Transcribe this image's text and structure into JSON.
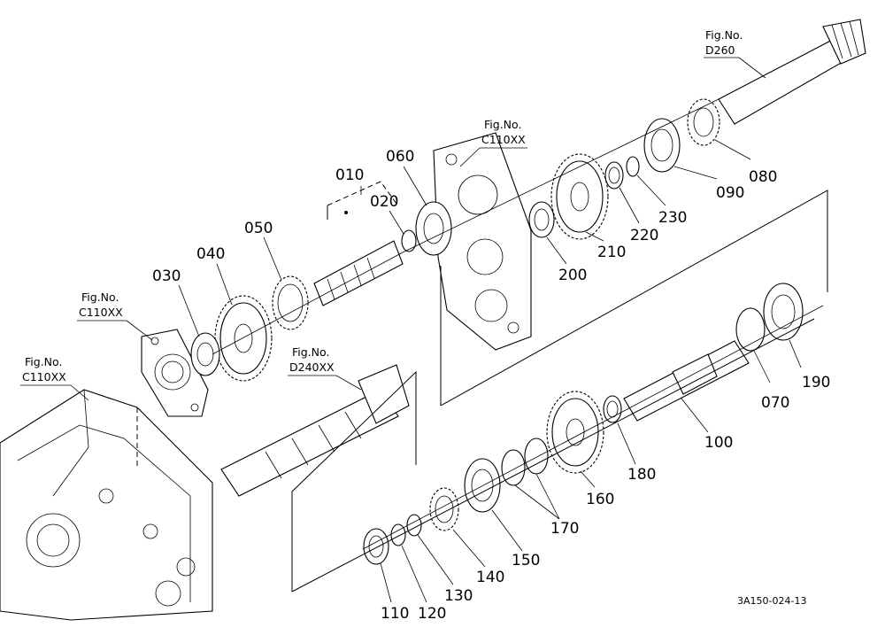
{
  "figure_refs": {
    "d260": [
      "Fig.No.",
      "D260"
    ],
    "c110_top": [
      "Fig.No.",
      "C110XX"
    ],
    "c110_mid": [
      "Fig.No.",
      "C110XX"
    ],
    "c110_left": [
      "Fig.No.",
      "C110XX"
    ],
    "d240": [
      "Fig.No.",
      "D240XX"
    ]
  },
  "part_labels": {
    "p010": "010",
    "p020": "020",
    "p030": "030",
    "p040": "040",
    "p050": "050",
    "p060": "060",
    "p070": "070",
    "p080": "080",
    "p090": "090",
    "p100": "100",
    "p110": "110",
    "p120": "120",
    "p130": "130",
    "p140": "140",
    "p150": "150",
    "p160": "160",
    "p170": "170",
    "p180": "180",
    "p190": "190",
    "p200": "200",
    "p210": "210",
    "p220": "220",
    "p230": "230"
  },
  "drawing_code": "3A150-024-13"
}
